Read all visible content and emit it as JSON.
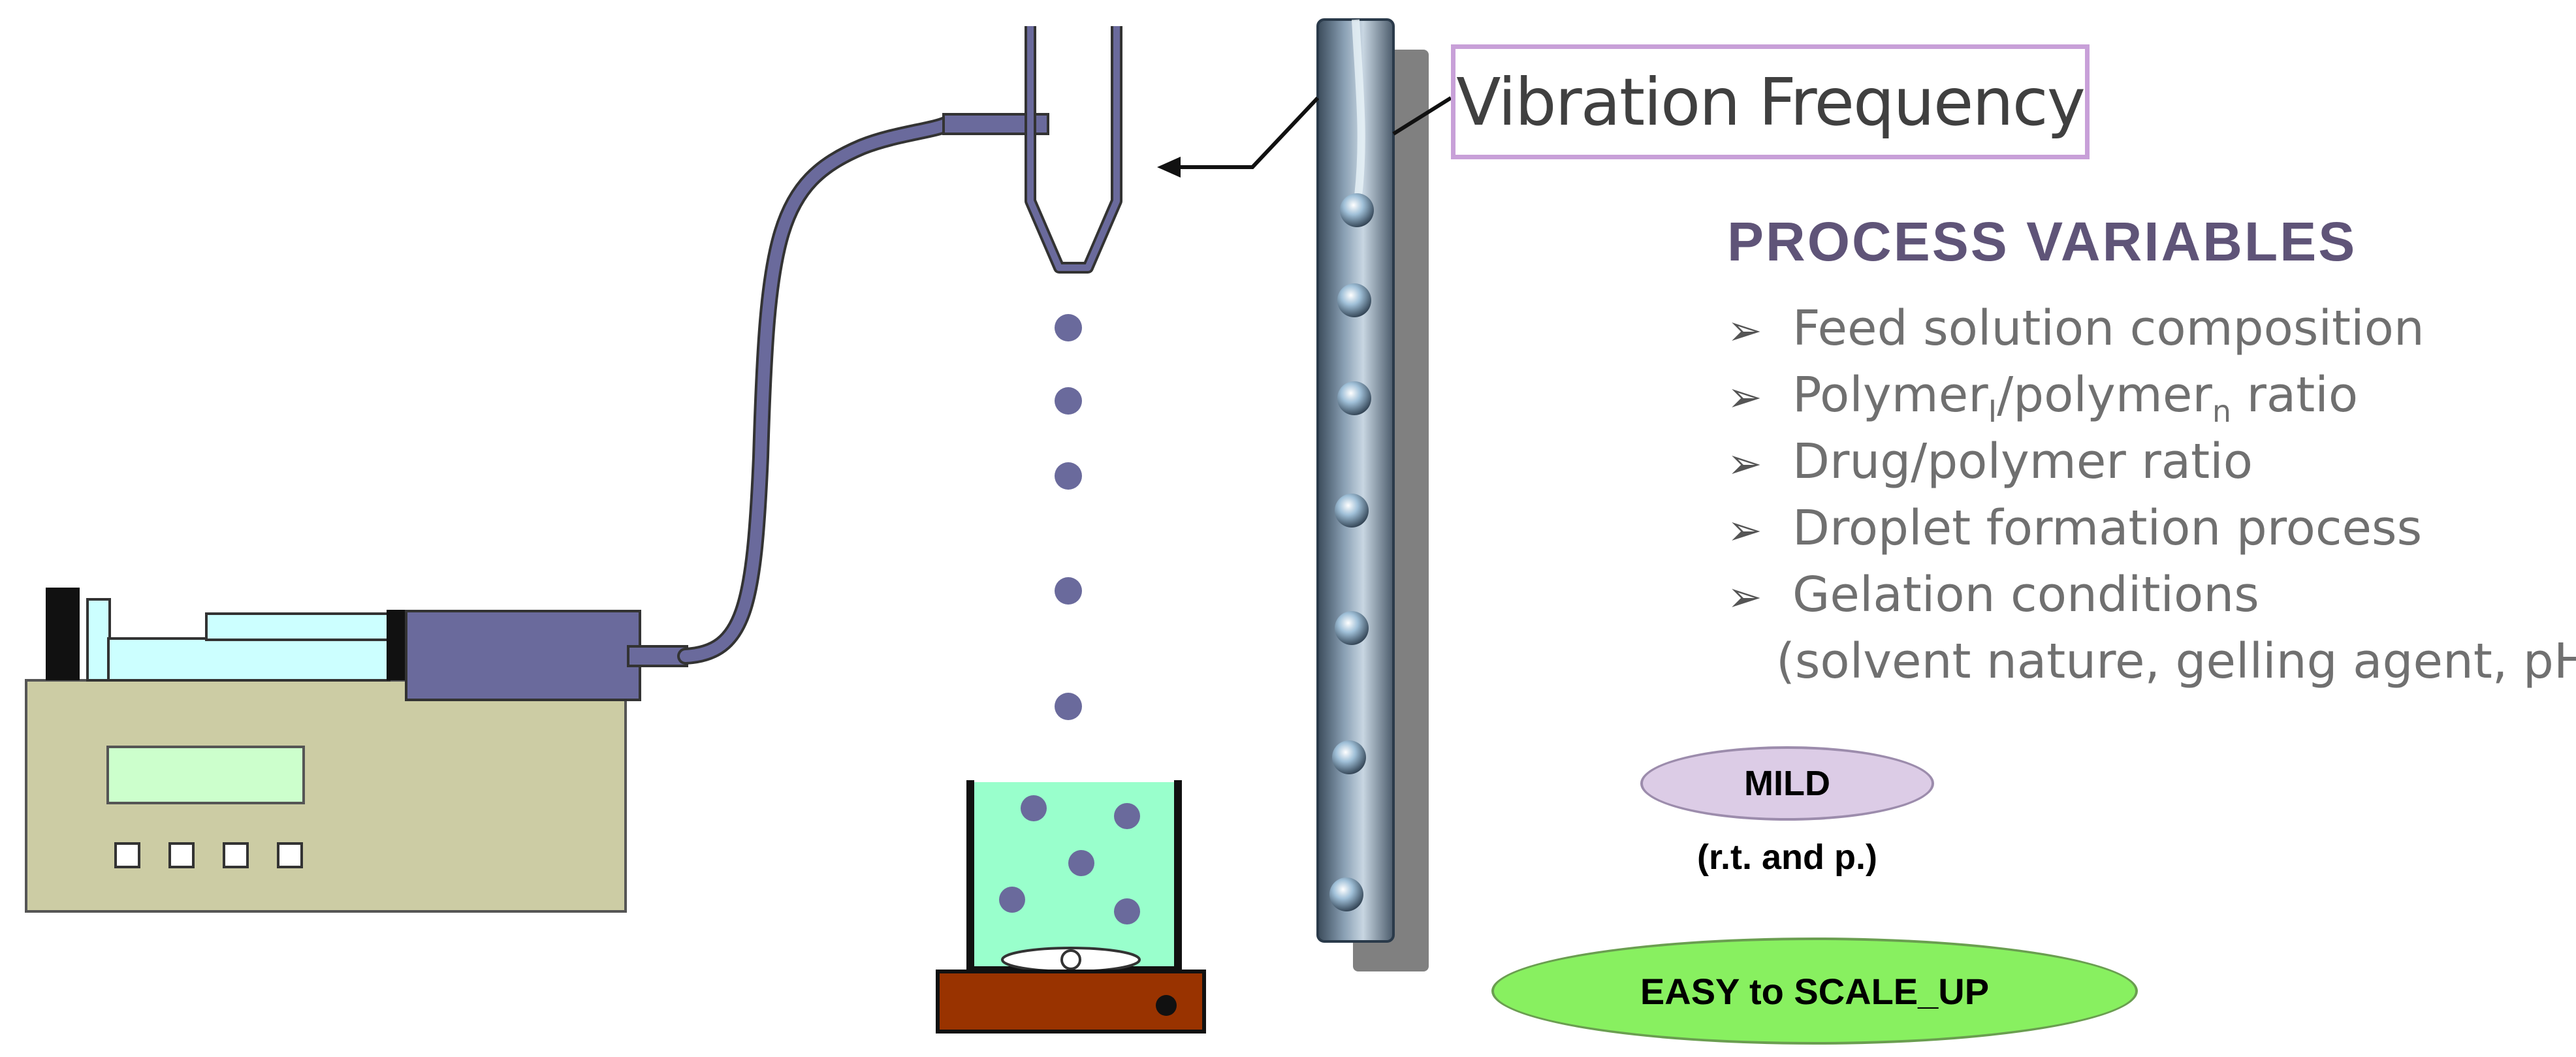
{
  "callout": {
    "label": "Vibration Frequency"
  },
  "process_variables": {
    "title": "PROCESS VARIABLES",
    "items": [
      {
        "text": "Feed solution composition"
      },
      {
        "pre": "Polymer",
        "sub1": "I",
        "mid": "/polymer",
        "sub2": "n",
        "post": " ratio"
      },
      {
        "text": "Drug/polymer ratio"
      },
      {
        "text": "Droplet formation process"
      },
      {
        "text": "Gelation conditions"
      }
    ],
    "gelation_detail": "(solvent nature, gelling agent, pH, T)",
    "bullet_glyph": "➢"
  },
  "badges": {
    "mild": "MILD",
    "mild_sub": "(r.t. and p.)",
    "scale_up": "EASY to SCALE_UP"
  },
  "colors": {
    "apparatus_purple": "#6a6a9c",
    "pump_body": "#cccca4",
    "lcd": "#ccffcc",
    "syringe_barrel": "#ccffff",
    "bath_liquid": "#99ffcc",
    "stirrer_base": "#993300",
    "mild_fill": "#dccce6",
    "scale_fill": "#88f060",
    "title_color": "#5f5478",
    "callout_border": "#c8a0d8"
  }
}
